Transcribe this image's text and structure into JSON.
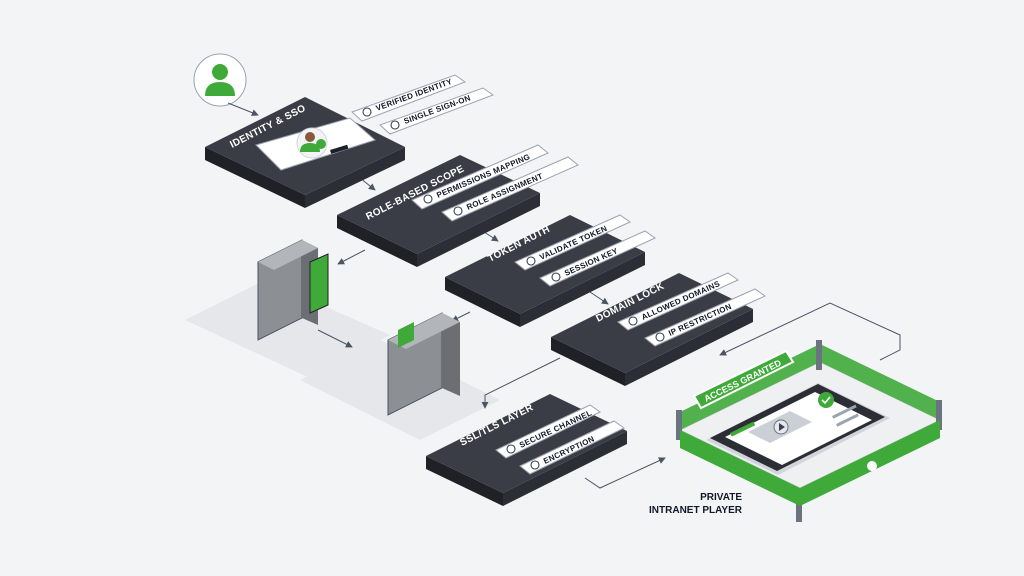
{
  "steps": {
    "identity": {
      "title": "IDENTITY & SSO",
      "tags": [
        "VERIFIED IDENTITY",
        "SINGLE SIGN-ON"
      ]
    },
    "role": {
      "title": "ROLE-BASED SCOPE",
      "tags": [
        "PERMISSIONS MAPPING",
        "ROLE ASSIGNMENT"
      ]
    },
    "token": {
      "title": "TOKEN AUTH",
      "tags": [
        "VALIDATE TOKEN",
        "SESSION KEY"
      ]
    },
    "domain": {
      "title": "DOMAIN LOCK",
      "tags": [
        "ALLOWED DOMAINS",
        "IP RESTRICTION"
      ]
    },
    "ssl": {
      "title": "SSL/TLS LAYER",
      "tags": [
        "SECURE CHANNEL",
        "ENCRYPTION"
      ]
    }
  },
  "destination": {
    "badge": "ACCESS GRANTED",
    "caption_line1": "PRIVATE",
    "caption_line2": "INTRANET PLAYER"
  },
  "colors": {
    "accent_green": "#3faa3a",
    "block_dark": "#2b2e35",
    "background": "#f3f4f6"
  },
  "icons": {
    "user": "user-avatar-icon",
    "verified": "person-icon",
    "sso": "link-icon",
    "permissions": "scissors-icon",
    "role": "briefcase-icon",
    "validate": "check-circle-icon",
    "session": "key-icon",
    "domains": "globe-icon",
    "ip": "info-icon",
    "secure": "shield-icon",
    "encryption": "lock-icon"
  }
}
